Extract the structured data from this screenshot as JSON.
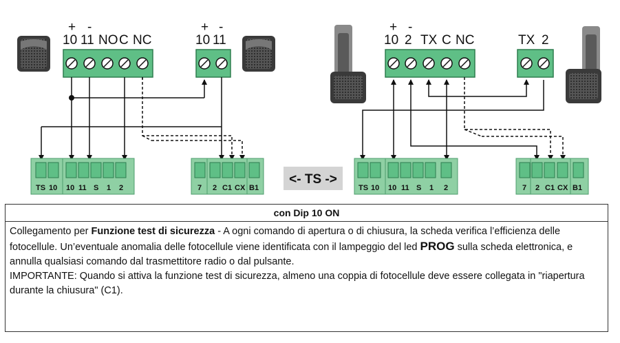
{
  "diagram": {
    "left": {
      "rx_block_labels": [
        "+",
        "-",
        "10",
        "11",
        "NO",
        "C",
        "NC"
      ],
      "tx_block_labels": [
        "+",
        "-",
        "10",
        "11"
      ]
    },
    "right": {
      "rx_block_labels": [
        "+",
        "-",
        "10",
        "2",
        "TX",
        "C",
        "NC"
      ],
      "tx_block_labels": [
        "TX",
        "2"
      ]
    },
    "board_left_labels": [
      "TS",
      "10",
      "10",
      "11",
      "S",
      "1",
      "2"
    ],
    "board_mid_labels": [
      "7",
      "2",
      "C1",
      "CX",
      "B1"
    ],
    "ts_label": "<- TS ->",
    "colors": {
      "terminal_green": "#5fbf86",
      "terminal_dark": "#2e7d4f",
      "board_green": "#8fd0a4",
      "ts_bg": "#d4d4d4"
    }
  },
  "info": {
    "header": "con Dip 10 ON",
    "p1_before": "Collegamento per ",
    "p1_bold": "Funzione test di sicurezza",
    "p1_after": " - A ogni comando di apertura o di chiusura, la scheda verifica l’efficienza delle fotocellule. Un’eventuale anomalia delle fotocellule viene identificata con il lampeggio del led ",
    "p1_prog": "PROG",
    "p1_end": " sulla scheda elettronica, e annulla qualsiasi comando dal trasmettitore radio o dal pulsante.",
    "p2": "IMPORTANTE: Quando si attiva la funzione test di sicurezza, almeno una coppia di fotocellule deve essere collegata in \"riapertura durante la chiusura\" (C1)."
  }
}
